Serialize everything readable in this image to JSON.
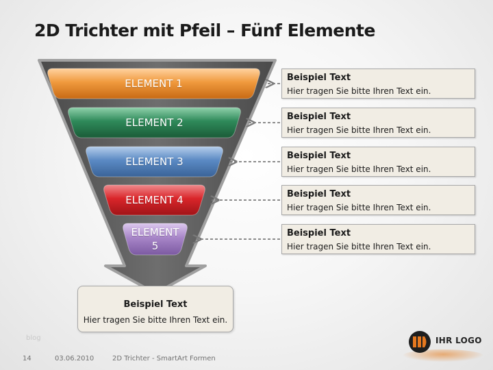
{
  "title": "2D Trichter mit Pfeil – Fünf Elemente",
  "elements": [
    {
      "label": "ELEMENT 1",
      "color": "#f09a3e",
      "dark": "#c86a14",
      "light": "#ffd2a0"
    },
    {
      "label": "ELEMENT 2",
      "color": "#2f8a5a",
      "dark": "#1a5c38",
      "light": "#8fd0aa"
    },
    {
      "label": "ELEMENT 3",
      "color": "#5b8ac4",
      "dark": "#3a6398",
      "light": "#b5cdea"
    },
    {
      "label": "ELEMENT 4",
      "color": "#d9252a",
      "dark": "#a01418",
      "light": "#f08a8c"
    },
    {
      "label": "ELEMENT 5",
      "color": "#a886c8",
      "dark": "#7c5aa2",
      "light": "#dcc8ee"
    }
  ],
  "text_boxes": [
    {
      "title": "Beispiel Text",
      "body": "Hier tragen Sie bitte Ihren Text ein."
    },
    {
      "title": "Beispiel Text",
      "body": "Hier tragen Sie bitte Ihren Text ein."
    },
    {
      "title": "Beispiel Text",
      "body": "Hier tragen Sie bitte Ihren Text ein."
    },
    {
      "title": "Beispiel Text",
      "body": "Hier tragen Sie bitte Ihren Text ein."
    },
    {
      "title": "Beispiel Text",
      "body": "Hier tragen Sie bitte Ihren Text ein."
    }
  ],
  "bottom_box": {
    "title": "Beispiel Text",
    "body": "Hier tragen Sie bitte Ihren Text ein."
  },
  "watermark": "blog",
  "footer": {
    "page_number": "14",
    "date": "03.06.2010",
    "caption": "2D Trichter - SmartArt Formen"
  },
  "logo": {
    "text": "IHR LOGO",
    "accent": "#e6781e"
  },
  "colors": {
    "funnel_fill": "#5f5f5f",
    "funnel_stroke": "#a0a0a0",
    "box_fill": "#f1ede4",
    "connector": "#7a7a7a"
  }
}
